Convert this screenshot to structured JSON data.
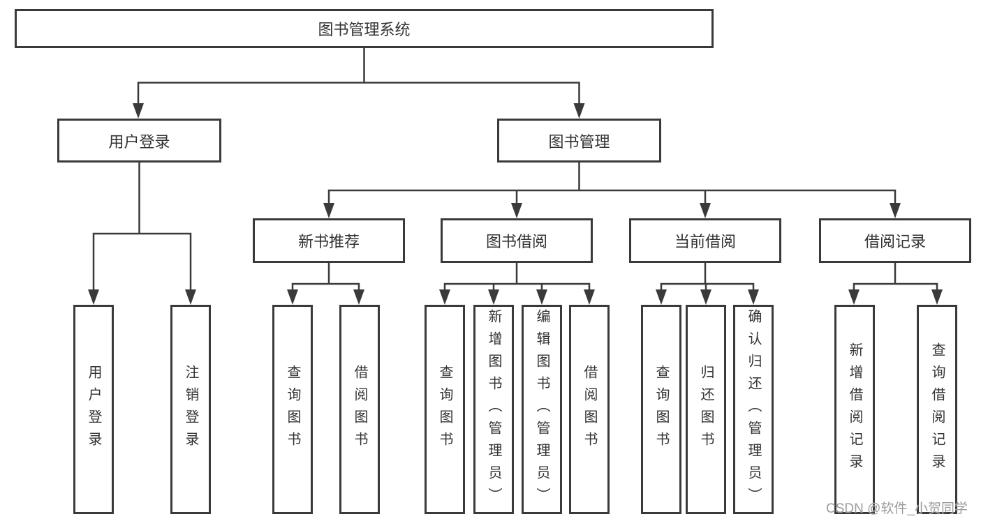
{
  "watermark": "CSDN @软件_小贺同学",
  "colors": {
    "line": "#3a3a3a",
    "text": "#333333",
    "background": "#ffffff",
    "watermark": "#9b9b9b"
  },
  "tree": {
    "root": {
      "label": "图书管理系统",
      "children": [
        {
          "label": "用户登录",
          "children": [
            {
              "label": "用户登录"
            },
            {
              "label": "注销登录"
            }
          ]
        },
        {
          "label": "图书管理",
          "children": [
            {
              "label": "新书推荐",
              "children": [
                {
                  "label": "查询图书"
                },
                {
                  "label": "借阅图书"
                }
              ]
            },
            {
              "label": "图书借阅",
              "children": [
                {
                  "label": "查询图书"
                },
                {
                  "label": "新增图书（管理员）"
                },
                {
                  "label": "编辑图书（管理员）"
                },
                {
                  "label": "借阅图书"
                }
              ]
            },
            {
              "label": "当前借阅",
              "children": [
                {
                  "label": "查询图书"
                },
                {
                  "label": "归还图书"
                },
                {
                  "label": "确认归还（管理员）"
                }
              ]
            },
            {
              "label": "借阅记录",
              "children": [
                {
                  "label": "新增借阅记录"
                },
                {
                  "label": "查询借阅记录"
                }
              ]
            }
          ]
        }
      ]
    }
  }
}
